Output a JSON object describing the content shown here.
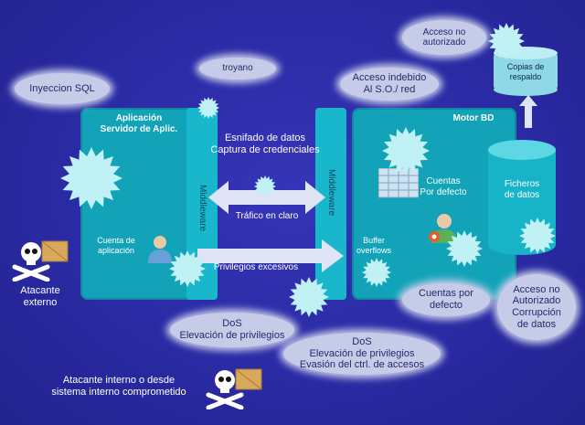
{
  "labels": {
    "inyeccion": "Inyeccion SQL",
    "troyano": "troyano",
    "acceso_no_aut_top": [
      "Acceso no",
      "autorizado"
    ],
    "copias": [
      "Copias de",
      "respaldo"
    ],
    "acceso_indebido": [
      "Acceso indebido",
      "Al S.O./ red"
    ],
    "app_title": [
      "Aplicación",
      "Servidor de Aplic."
    ],
    "middleware": "Middleware",
    "esnifado": [
      "Esnifado de datos",
      "Captura de credenciales"
    ],
    "trafico": "Tráfico en claro",
    "motor": "Motor BD",
    "cuentas_defecto": [
      "Cuentas",
      "Por defecto"
    ],
    "ficheros": [
      "Ficheros",
      "de datos"
    ],
    "cuenta_app": [
      "Cuenta de",
      "aplicación"
    ],
    "privilegios": "Privilegios excesivos",
    "buffer": [
      "Buffer",
      "overflows"
    ],
    "cuentas_por": [
      "Cuentas por",
      "defecto"
    ],
    "acceso_no_aut_bottom": [
      "Acceso no",
      "Autorizado",
      "Corrupción",
      "de datos"
    ],
    "atacante_externo": [
      "Atacante",
      "externo"
    ],
    "dos1": [
      "DoS",
      "Elevación de privilegios"
    ],
    "dos2": [
      "DoS",
      "Elevación de privilegios",
      "Evasión del ctrl. de accesos"
    ],
    "atacante_interno": [
      "Atacante interno o desde",
      "sistema interno comprometido"
    ]
  },
  "colors": {
    "background": "#2a2aa0",
    "panel": "#12a3b9",
    "cloud": "#c6cce8",
    "burst": "#bff1f5"
  }
}
